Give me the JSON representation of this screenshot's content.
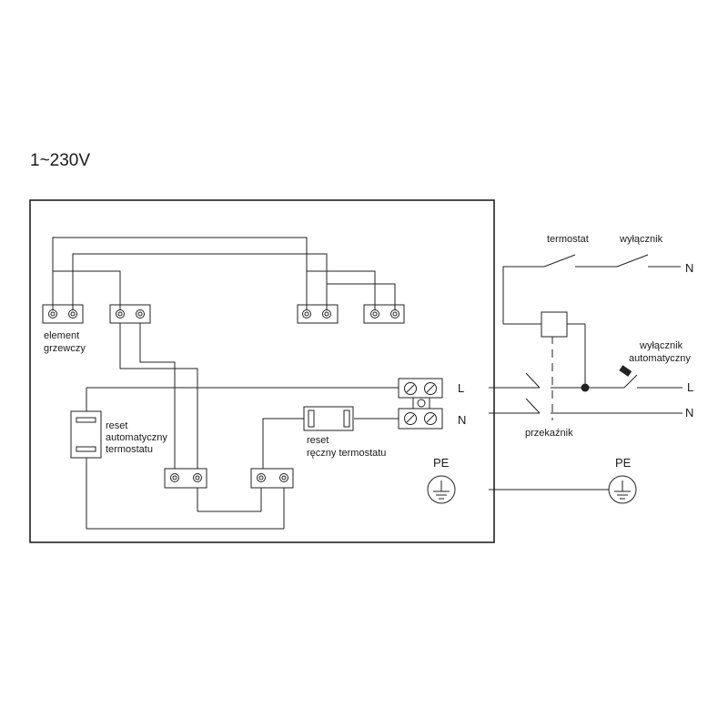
{
  "title": "1~230V",
  "labels": {
    "element": [
      "element",
      "grzewczy"
    ],
    "reset_auto": [
      "reset",
      "automatyczny",
      "termostatu"
    ],
    "reset_manual": [
      "reset",
      "ręczny termostatu"
    ],
    "inner_L": "L",
    "inner_N": "N",
    "inner_PE": "PE",
    "termostat": "termostat",
    "wylacznik": "wyłącznik",
    "N_top": "N",
    "wyl_auto": [
      "wyłącznik",
      "automatyczny"
    ],
    "L_out": "L",
    "N_out": "N",
    "przekaznik": "przekaźnik",
    "outer_PE": "PE"
  },
  "colors": {
    "line": "#222222",
    "background": "#ffffff"
  }
}
